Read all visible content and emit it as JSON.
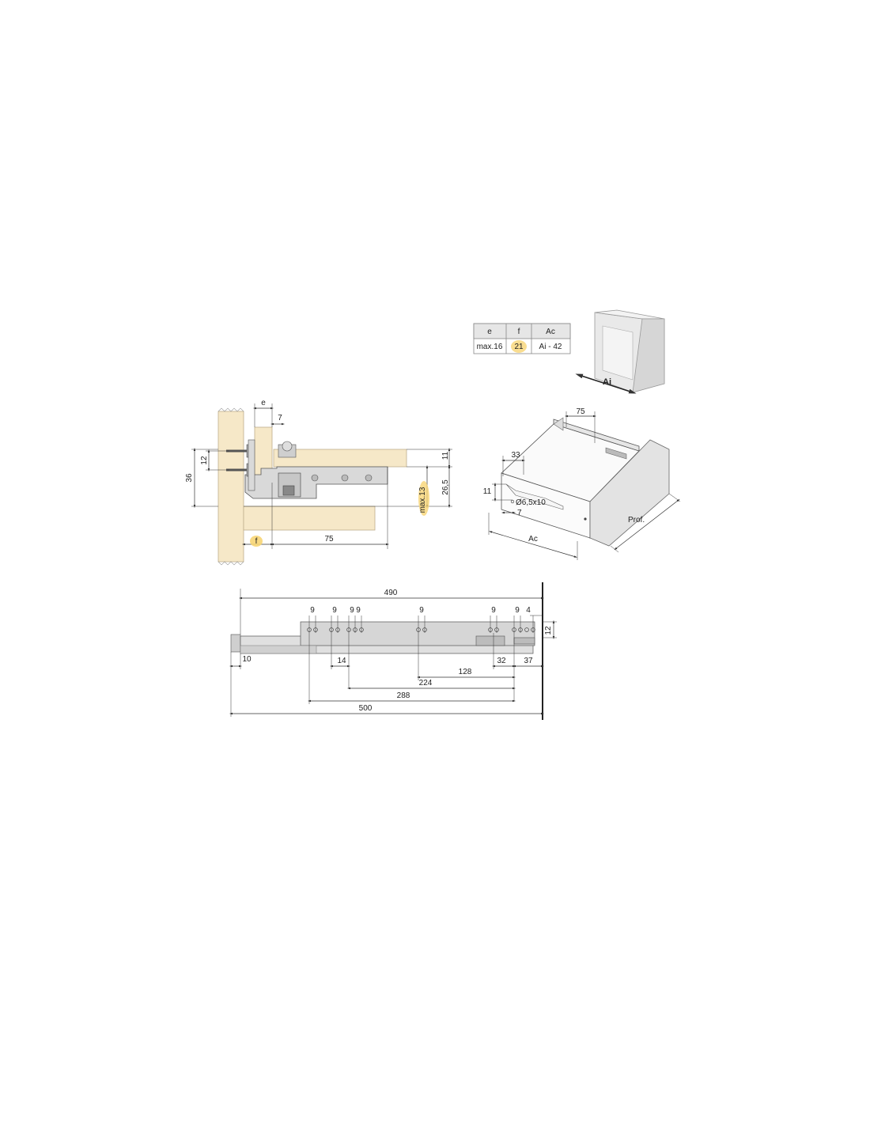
{
  "spec_table": {
    "headers": [
      "e",
      "f",
      "Ac"
    ],
    "values": [
      "max.16",
      "21",
      "Ai - 42"
    ]
  },
  "cabinet": {
    "inner_width_label": "Ai"
  },
  "section_view": {
    "e": "e",
    "dim_7": "7",
    "dim_12": "12",
    "dim_36": "36",
    "dim_11": "11",
    "dim_26_5": "26,5",
    "max_13": "max.13",
    "f": "f",
    "dim_75": "75"
  },
  "drawer_view": {
    "dim_75": "75",
    "dim_33": "33",
    "dim_11": "11",
    "hole": "Ø6,5x10",
    "dim_7": "7",
    "ac": "Ac",
    "depth": "Prof."
  },
  "rail_view": {
    "dim_490": "490",
    "nines": [
      "9",
      "9",
      "9",
      "9",
      "9",
      "9",
      "9"
    ],
    "dim_4": "4",
    "dim_12": "12",
    "dim_10": "10",
    "dim_14": "14",
    "dim_32": "32",
    "dim_37": "37",
    "dim_128": "128",
    "dim_224": "224",
    "dim_288": "288",
    "dim_500": "500"
  },
  "colors": {
    "wood": "#f6e8c8",
    "wood_edge": "#bfae8c",
    "metal": "#d9d9d9",
    "highlight": "#f7d574",
    "line": "#333333"
  }
}
